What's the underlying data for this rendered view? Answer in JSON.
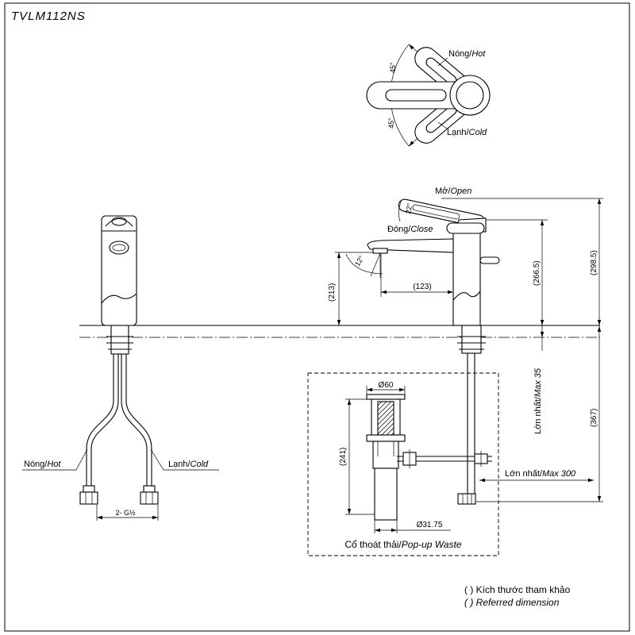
{
  "title": "TVLM112NS",
  "handle_top_view": {
    "hot": {
      "vi": "Nóng/",
      "en": "Hot"
    },
    "cold": {
      "vi": "Lạnh/",
      "en": "Cold"
    },
    "angle_hot": "45°",
    "angle_cold": "45°"
  },
  "side_view": {
    "open": {
      "vi": "Mở/",
      "en": "Open"
    },
    "close": {
      "vi": "Đóng/",
      "en": "Close"
    },
    "lever_angle": "22°",
    "spout_angle": "12°",
    "spout_height": "(213)",
    "spout_reach": "(123)",
    "body_height": "(266.5)",
    "total_height": "(298.5)",
    "below_counter": "(367)",
    "max_counter": {
      "vi": "Lớn nhất/",
      "en": "Max 35"
    },
    "max_hose": {
      "vi": "Lớn nhất/",
      "en": "Max 300"
    }
  },
  "front_view": {
    "hot": {
      "vi": "Nóng/",
      "en": "Hot"
    },
    "cold": {
      "vi": "Lạnh/",
      "en": "Cold"
    },
    "thread": "2- G½"
  },
  "popup_waste": {
    "flange_diameter": "Ø60",
    "height": "(241)",
    "tail_diameter": "Ø31.75",
    "label": {
      "vi": "Cổ thoát thải/",
      "en": "Pop-up Waste"
    }
  },
  "legend": {
    "vi": "( ) Kích thước tham khảo",
    "en": "( ) Referred dimension"
  }
}
